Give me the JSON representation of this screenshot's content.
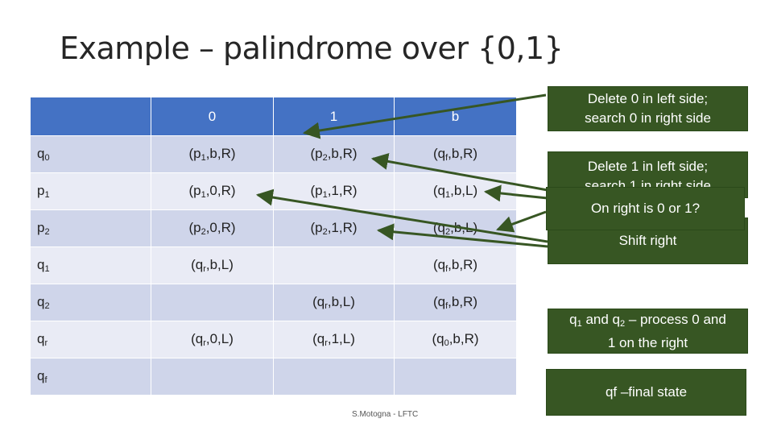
{
  "title": "Example – palindrome over {0,1}",
  "table": {
    "headers": [
      "",
      "0",
      "1",
      "b"
    ],
    "rows": [
      {
        "state": "q",
        "state_sub": "0",
        "cells": [
          [
            "(p",
            "1",
            ",b,R)"
          ],
          [
            "(p",
            "2",
            ",b,R)"
          ],
          [
            "(q",
            "f",
            ",b,R)"
          ]
        ]
      },
      {
        "state": "p",
        "state_sub": "1",
        "cells": [
          [
            "(p",
            "1",
            ",0,R)"
          ],
          [
            "(p",
            "1",
            ",1,R)"
          ],
          [
            "(q",
            "1",
            ",b,L)"
          ]
        ]
      },
      {
        "state": "p",
        "state_sub": "2",
        "cells": [
          [
            "(p",
            "2",
            ",0,R)"
          ],
          [
            "(p",
            "2",
            ",1,R)"
          ],
          [
            "(q",
            "2",
            ",b,L)"
          ]
        ]
      },
      {
        "state": "q",
        "state_sub": "1",
        "cells": [
          [
            "(q",
            "r",
            ",b,L)"
          ],
          [
            "",
            "",
            ""
          ],
          [
            "(q",
            "f",
            ",b,R)"
          ]
        ]
      },
      {
        "state": "q",
        "state_sub": "2",
        "cells": [
          [
            "",
            "",
            ""
          ],
          [
            "(q",
            "r",
            ",b,L)"
          ],
          [
            "(q",
            "f",
            ",b,R)"
          ]
        ]
      },
      {
        "state": "q",
        "state_sub": "r",
        "cells": [
          [
            "(q",
            "r",
            ",0,L)"
          ],
          [
            "(q",
            "r",
            ",1,L)"
          ],
          [
            "(q",
            "0",
            ",b,R)"
          ]
        ]
      },
      {
        "state": "q",
        "state_sub": "f",
        "cells": [
          [
            "",
            "",
            ""
          ],
          [
            "",
            "",
            ""
          ],
          [
            "",
            "",
            ""
          ]
        ]
      }
    ]
  },
  "notes": {
    "delete0": [
      "Delete 0 in left side;",
      "search 0 in right side"
    ],
    "delete1": [
      "Delete 1 in left side;",
      "search 1 in right side"
    ],
    "shift": [
      "Shift right"
    ],
    "onright": [
      "On right is 0 or 1?"
    ],
    "q1q2": {
      "pre": "q",
      "s1": "1",
      "mid": " and q",
      "s2": "2",
      "post": " – process 0 and",
      "line2": "1 on the right"
    },
    "qf": [
      "qf –final state"
    ]
  },
  "footer": "S.Motogna - LFTC",
  "colors": {
    "header": "#4472c4",
    "row_dark": "#cfd5ea",
    "row_light": "#e9ebf5",
    "note_bg": "#375623",
    "arrow": "#375623"
  }
}
